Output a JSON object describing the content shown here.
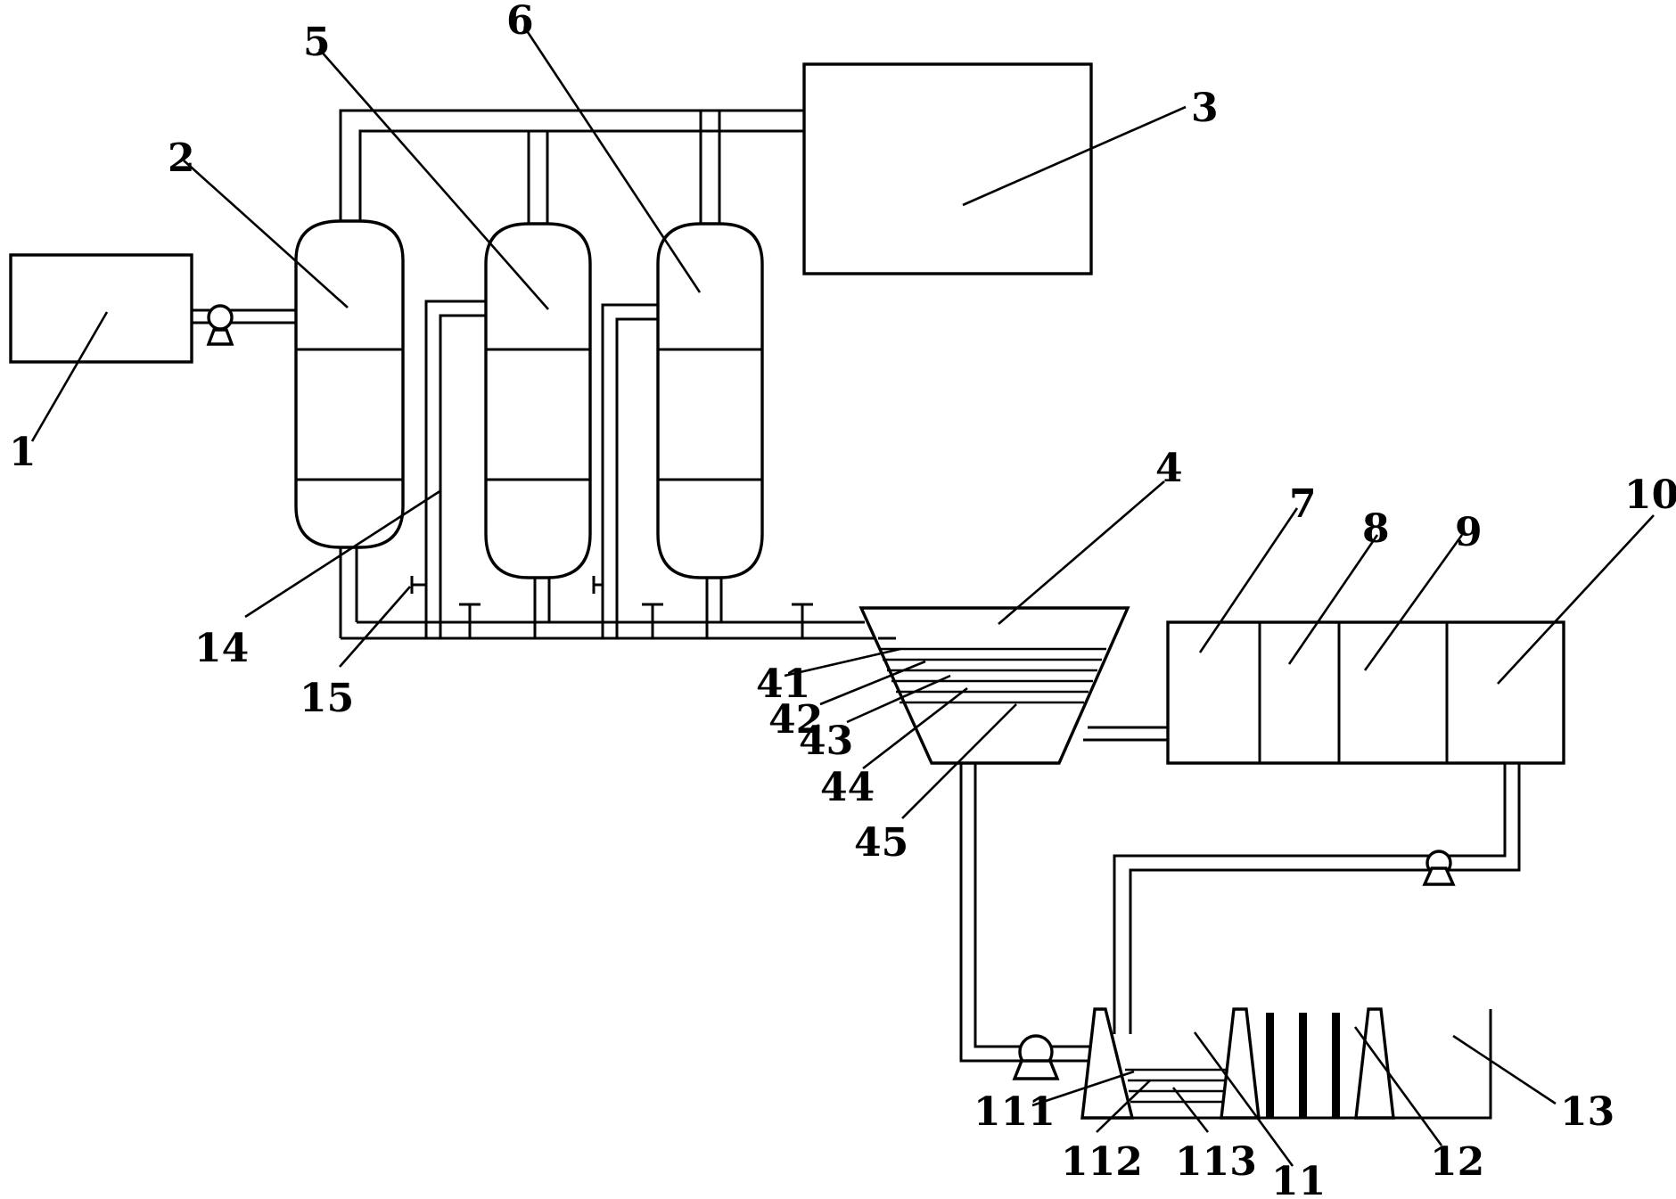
{
  "diagram": {
    "labels": {
      "l1": "1",
      "l2": "2",
      "l3": "3",
      "l4": "4",
      "l5": "5",
      "l6": "6",
      "l7": "7",
      "l8": "8",
      "l9": "9",
      "l10": "10",
      "l11": "11",
      "l12": "12",
      "l13": "13",
      "l14": "14",
      "l15": "15",
      "l41": "41",
      "l42": "42",
      "l43": "43",
      "l44": "44",
      "l45": "45",
      "l111": "111",
      "l112": "112",
      "l113": "113"
    }
  }
}
